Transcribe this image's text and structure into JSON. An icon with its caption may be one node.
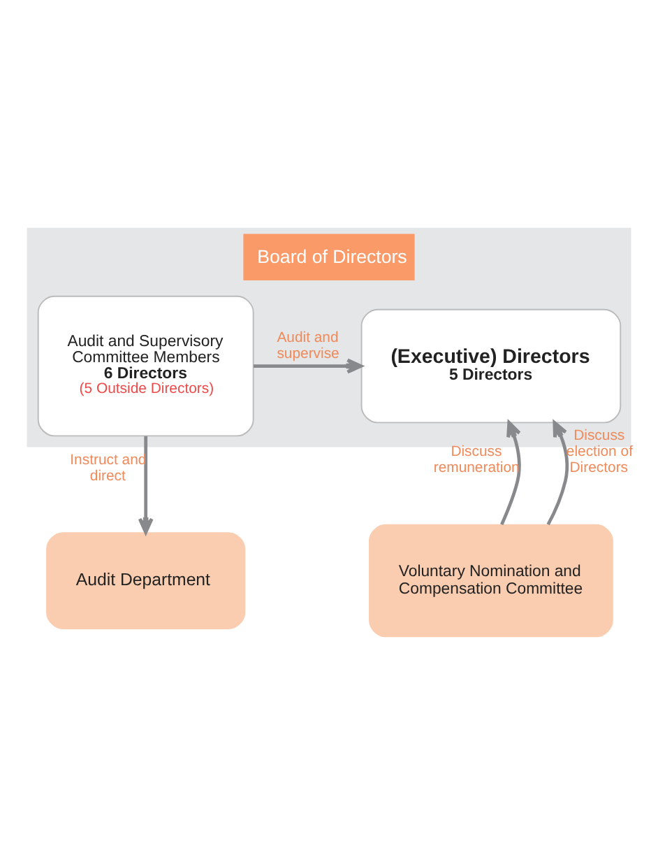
{
  "diagram": {
    "nodes": [
      {
        "text": [
          "Board of Directors"
        ]
      },
      {
        "text": [
          "(Executive) Directors",
          "5 Directors"
        ],
        "in": 0
      },
      {
        "text": [
          "Audit and Supervisory Committee Members",
          "6 Directors",
          "(5 Outside Directors)"
        ],
        "in": 0
      },
      {
        "text": [
          "Voluntary Nomination and Compensation Committee"
        ]
      },
      {
        "text": [
          "Audit Department"
        ]
      }
    ],
    "edges": [
      {
        "from": 2,
        "to": 1,
        "arrow": "to",
        "label": "Audit and supervise"
      },
      {
        "from": 3,
        "to": 1,
        "arrow": "to",
        "label": "Discuss remuneration"
      },
      {
        "from": 3,
        "to": 1,
        "arrow": "to",
        "label": "Discuss election of Directors"
      },
      {
        "from": 2,
        "to": 4,
        "arrow": "to",
        "label": "Instruct and direct"
      }
    ]
  }
}
